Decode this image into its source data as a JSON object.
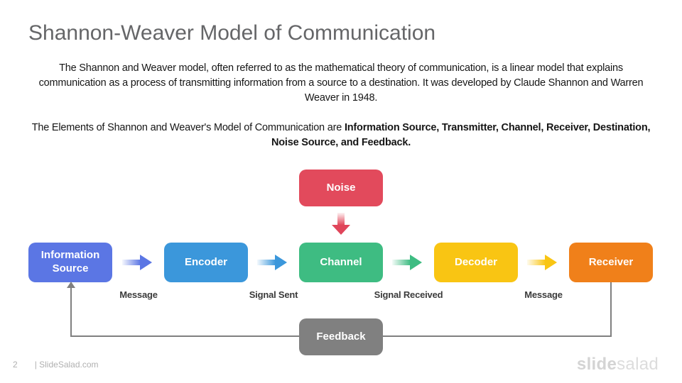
{
  "slide": {
    "title": "Shannon-Weaver Model of Communication",
    "intro": "The Shannon and Weaver model, often referred to as the mathematical theory of communication, is a linear model that explains communication as a process of transmitting information from a source to a destination. It was developed by Claude Shannon and Warren Weaver in 1948.",
    "elements_prefix": "The Elements of Shannon and Weaver's Model of Communication are ",
    "elements_bold": "Information Source, Transmitter, Channel, Receiver, Destination, Noise Source, and Feedback."
  },
  "diagram": {
    "nodes": [
      {
        "label": "Information Source",
        "color": "#5B76E4"
      },
      {
        "label": "Encoder",
        "color": "#3B97DB"
      },
      {
        "label": "Channel",
        "color": "#3EBC82"
      },
      {
        "label": "Decoder",
        "color": "#F9C513"
      },
      {
        "label": "Receiver",
        "color": "#F0801A"
      }
    ],
    "noise": {
      "label": "Noise",
      "color": "#E24A5C"
    },
    "feedback": {
      "label": "Feedback",
      "color": "#808080"
    },
    "edge_labels": [
      "Message",
      "Signal Sent",
      "Signal Received",
      "Message"
    ],
    "flow_arrow_colors": [
      "#5B76E4",
      "#3B97DB",
      "#3EBC82",
      "#F9C513"
    ],
    "feedback_line_color": "#808080"
  },
  "footer": {
    "page_number": "2",
    "site": "| SlideSalad.com",
    "logo_bold": "slide",
    "logo_light": "salad"
  }
}
